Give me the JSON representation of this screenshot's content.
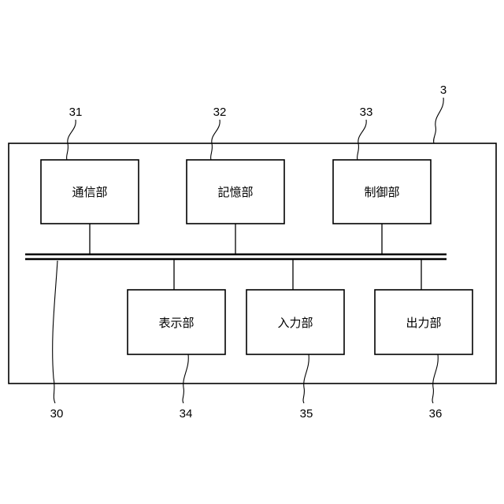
{
  "system_ref": "3",
  "bus_ref": "30",
  "blocks": [
    {
      "ref": "31",
      "label": "通信部"
    },
    {
      "ref": "32",
      "label": "記憶部"
    },
    {
      "ref": "33",
      "label": "制御部"
    },
    {
      "ref": "34",
      "label": "表示部"
    },
    {
      "ref": "35",
      "label": "入力部"
    },
    {
      "ref": "36",
      "label": "出力部"
    }
  ]
}
